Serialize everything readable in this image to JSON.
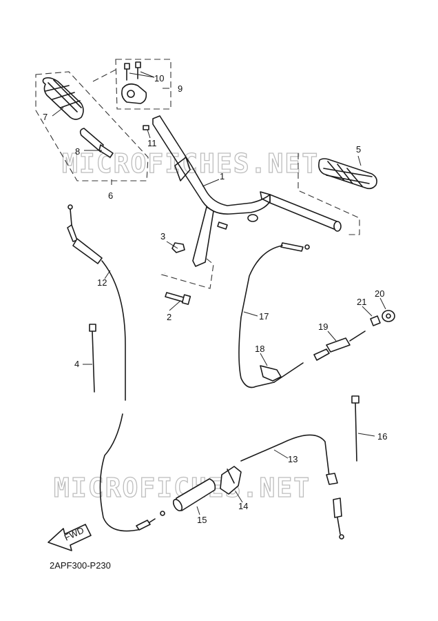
{
  "diagram": {
    "code": "2APF300-P230",
    "watermark": "MICROFICHES.NET",
    "arrow_label": "FWD",
    "callouts": [
      "1",
      "2",
      "3",
      "4",
      "5",
      "6",
      "7",
      "8",
      "9",
      "10",
      "11",
      "12",
      "13",
      "14",
      "15",
      "16",
      "17",
      "18",
      "19",
      "20",
      "21"
    ]
  }
}
